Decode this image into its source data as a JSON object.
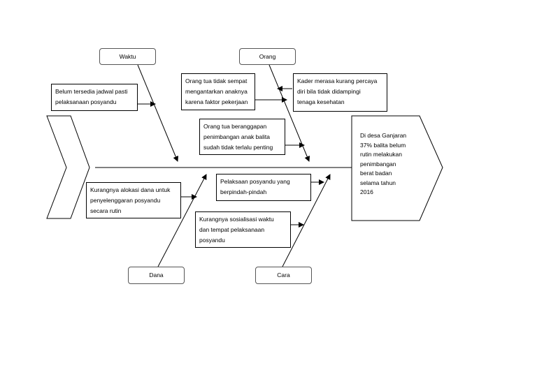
{
  "categories": {
    "waktu": "Waktu",
    "orang": "Orang",
    "dana": "Dana",
    "cara": "Cara"
  },
  "causes": {
    "waktu_1": "Belum tersedia jadwal pasti\npelaksanaan posyandu",
    "orang_1": "Orang tua tidak sempat\nmengantarkan anaknya\nkarena faktor pekerjaan",
    "orang_2": "Kader merasa kurang percaya\ndiri bila tidak didampingi\ntenaga kesehatan",
    "orang_3": "Orang tua beranggapan\npenimbangan anak balita\nsudah tidak terlalu penting",
    "dana_1": "Kurangnya alokasi dana untuk\npenyelenggaran posyandu\nsecara rutin",
    "cara_1": "Pelaksaan posyandu yang\nberpindah-pindah",
    "cara_2": "Kurangnya sosialisasi waktu\ndan tempat pelaksanaan\nposyandu"
  },
  "effect": "Di desa Ganjaran\n37% balita belum\nrutin melakukan\npenimbangan\nberat badan\nselama tahun\n2016",
  "colors": {
    "line": "#000000",
    "box_border": "#000000"
  }
}
